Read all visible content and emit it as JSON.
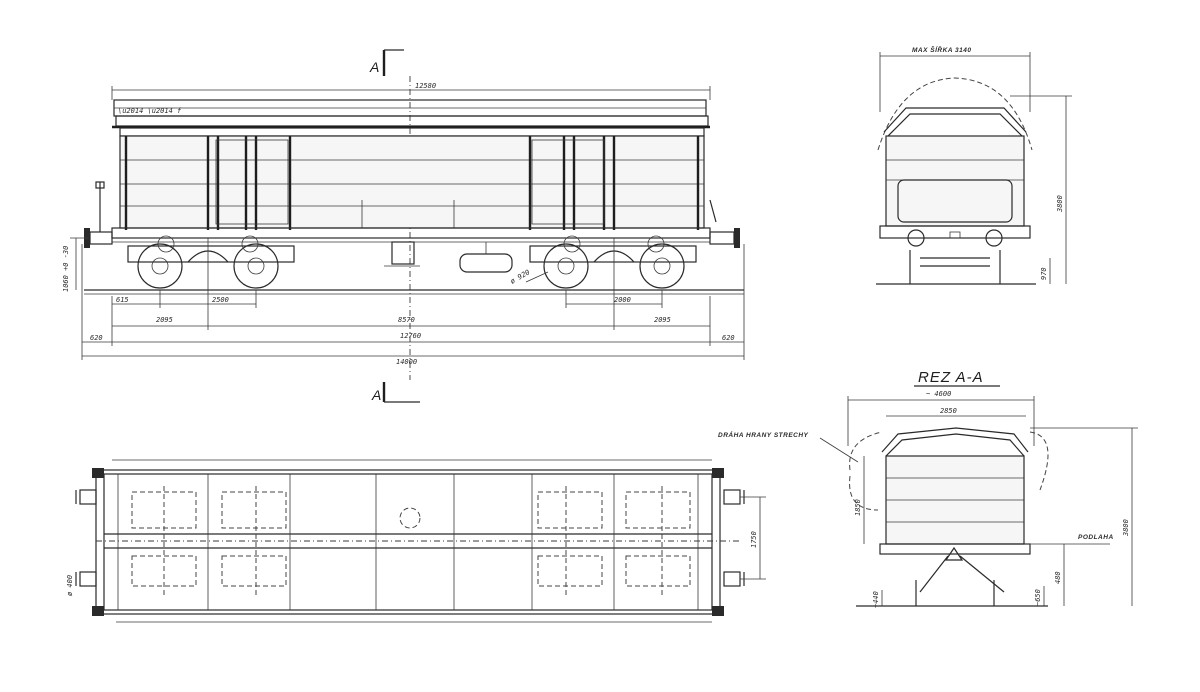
{
  "section_marks": {
    "top": "A",
    "bottom": "A"
  },
  "side_view": {
    "dims": {
      "top_length": "12580",
      "d_wheel": "ø 920",
      "h_buffer": "1060 +0 -30",
      "a615": "615",
      "a2500": "2500",
      "a2000": "2000",
      "a2095": "2095",
      "a8570": "8570",
      "b2095": "2095",
      "a620": "620",
      "a12760": "12760",
      "b620": "620",
      "a14000": "14000"
    }
  },
  "end_view": {
    "title": "MAX ŠÍŘKA 3140",
    "dims": {
      "height": "3800",
      "h970": "970"
    }
  },
  "section_view": {
    "title": "REZ  A-A",
    "dims": {
      "w4600": "~ 4600",
      "w2850": "2850",
      "h1850": "1850",
      "h3800": "3800",
      "h480": "480",
      "h440": "~440",
      "h650": "~650"
    },
    "labels": {
      "roof_path": "DRÁHA HRANY STRECHY",
      "floor": "PODLAHA"
    }
  },
  "plan_view": {
    "dims": {
      "w1750": "1750",
      "d400": "ø 400"
    }
  }
}
